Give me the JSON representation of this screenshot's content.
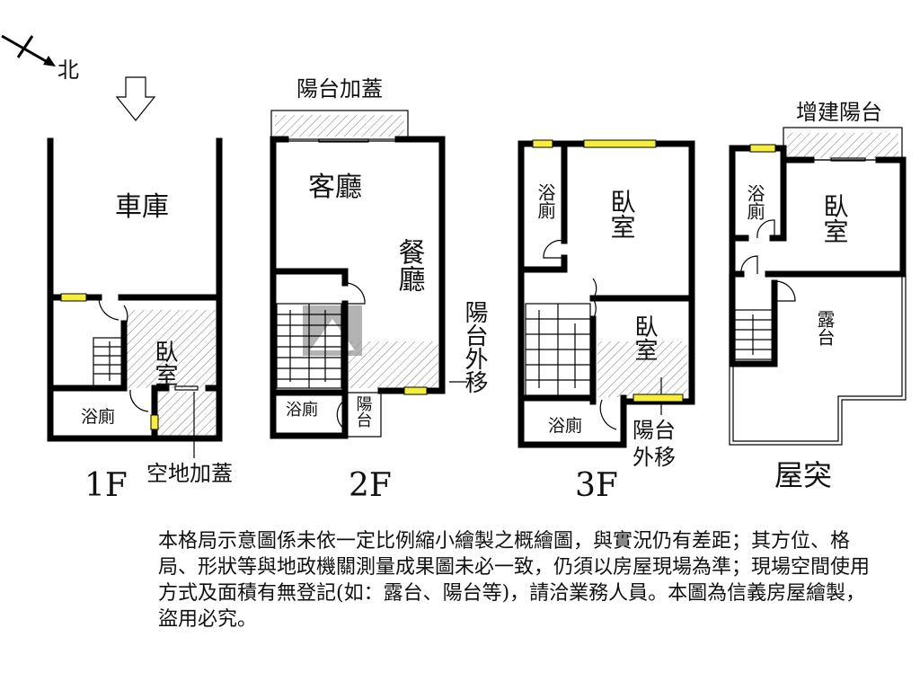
{
  "compass": {
    "label": "北"
  },
  "watermark": {
    "brand": "信義房屋"
  },
  "floors": [
    {
      "name": "1F",
      "rooms": [
        "車庫",
        "臥室",
        "浴廁"
      ],
      "callout": "空地加蓋"
    },
    {
      "name": "2F",
      "rooms": [
        "客廳",
        "餐廳",
        "浴廁",
        "陽台"
      ],
      "callouts": [
        "陽台加蓋",
        "陽台外移"
      ]
    },
    {
      "name": "3F",
      "rooms": [
        "浴廁",
        "臥室",
        "臥室",
        "浴廁"
      ],
      "callout": "陽台外移"
    },
    {
      "name": "屋突",
      "rooms": [
        "浴廁",
        "臥室",
        "露台"
      ],
      "callout": "增建陽台"
    }
  ],
  "note": "本格局示意圖係未依一定比例縮小繪製之概繪圖，與實況仍有差距；其方位、格局、形狀等與地政機關測量成果圖未必一致，仍須以房屋現場為準；現場空間使用方式及面積有無登記(如：露台、陽台等)，請洽業務人員。本圖為信義房屋繪製，盜用必究。",
  "colors": {
    "window": "#f5ee3a",
    "watermark": "#9a9a9a"
  }
}
